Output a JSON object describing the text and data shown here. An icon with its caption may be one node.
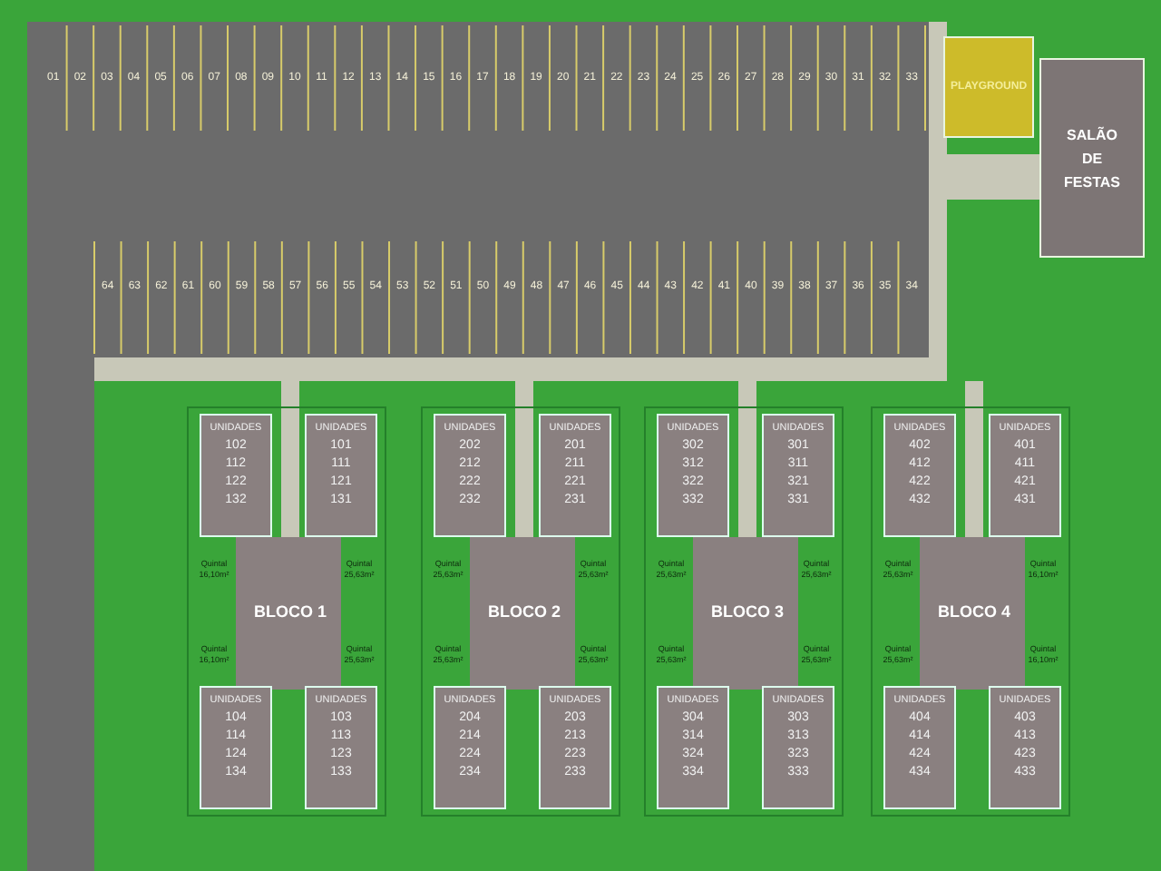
{
  "diagram": {
    "nodes": [
      {
        "text": [
          "PLAYGROUND"
        ]
      },
      {
        "text": [
          "SALÃO DE FESTAS"
        ]
      },
      {
        "text": [
          "BLOCO 1"
        ]
      },
      {
        "text": [
          "UNIDADES",
          "102 112 122 132"
        ],
        "in": 2
      },
      {
        "text": [
          "UNIDADES",
          "101 111 121 131"
        ],
        "in": 2
      },
      {
        "text": [
          "UNIDADES",
          "104 114 124 134"
        ],
        "in": 2
      },
      {
        "text": [
          "UNIDADES",
          "103 113 123 133"
        ],
        "in": 2
      },
      {
        "text": [
          "BLOCO 2"
        ]
      },
      {
        "text": [
          "UNIDADES",
          "202 212 222 232"
        ],
        "in": 7
      },
      {
        "text": [
          "UNIDADES",
          "201 211 221 231"
        ],
        "in": 7
      },
      {
        "text": [
          "UNIDADES",
          "204 214 224 234"
        ],
        "in": 7
      },
      {
        "text": [
          "UNIDADES",
          "203 213 223 233"
        ],
        "in": 7
      },
      {
        "text": [
          "BLOCO 3"
        ]
      },
      {
        "text": [
          "UNIDADES",
          "302 312 322 332"
        ],
        "in": 12
      },
      {
        "text": [
          "UNIDADES",
          "301 311 321 331"
        ],
        "in": 12
      },
      {
        "text": [
          "UNIDADES",
          "304 314 324 334"
        ],
        "in": 12
      },
      {
        "text": [
          "UNIDADES",
          "303 313 323 333"
        ],
        "in": 12
      },
      {
        "text": [
          "BLOCO 4"
        ]
      },
      {
        "text": [
          "UNIDADES",
          "402 412 422 432"
        ],
        "in": 17
      },
      {
        "text": [
          "UNIDADES",
          "401 411 421 431"
        ],
        "in": 17
      },
      {
        "text": [
          "UNIDADES",
          "404 414 424 434"
        ],
        "in": 17
      },
      {
        "text": [
          "UNIDADES",
          "403 413 423 433"
        ],
        "in": 17
      }
    ],
    "labels": [
      "01",
      "02",
      "03",
      "04",
      "05",
      "06",
      "07",
      "08",
      "09",
      "10",
      "11",
      "12",
      "13",
      "14",
      "15",
      "16",
      "17",
      "18",
      "19",
      "20",
      "21",
      "22",
      "23",
      "24",
      "25",
      "26",
      "27",
      "28",
      "29",
      "30",
      "31",
      "32",
      "33",
      "64",
      "63",
      "62",
      "61",
      "60",
      "59",
      "58",
      "57",
      "56",
      "55",
      "54",
      "53",
      "52",
      "51",
      "50",
      "49",
      "48",
      "47",
      "46",
      "45",
      "44",
      "43",
      "42",
      "41",
      "40",
      "39",
      "38",
      "37",
      "36",
      "35",
      "34",
      "Quintal 16,10m²",
      "Quintal 25,63m²",
      "Quintal 25,63m²",
      "Quintal 25,63m²",
      "Quintal 25,63m²",
      "Quintal 25,63m²",
      "Quintal 25,63m²",
      "Quintal 16,10m²",
      "Quintal 16,10m²",
      "Quintal 25,63m²",
      "Quintal 25,63m²",
      "Quintal 25,63m²",
      "Quintal 25,63m²",
      "Quintal 25,63m²",
      "Quintal 25,63m²",
      "Quintal 16,10m²"
    ]
  }
}
